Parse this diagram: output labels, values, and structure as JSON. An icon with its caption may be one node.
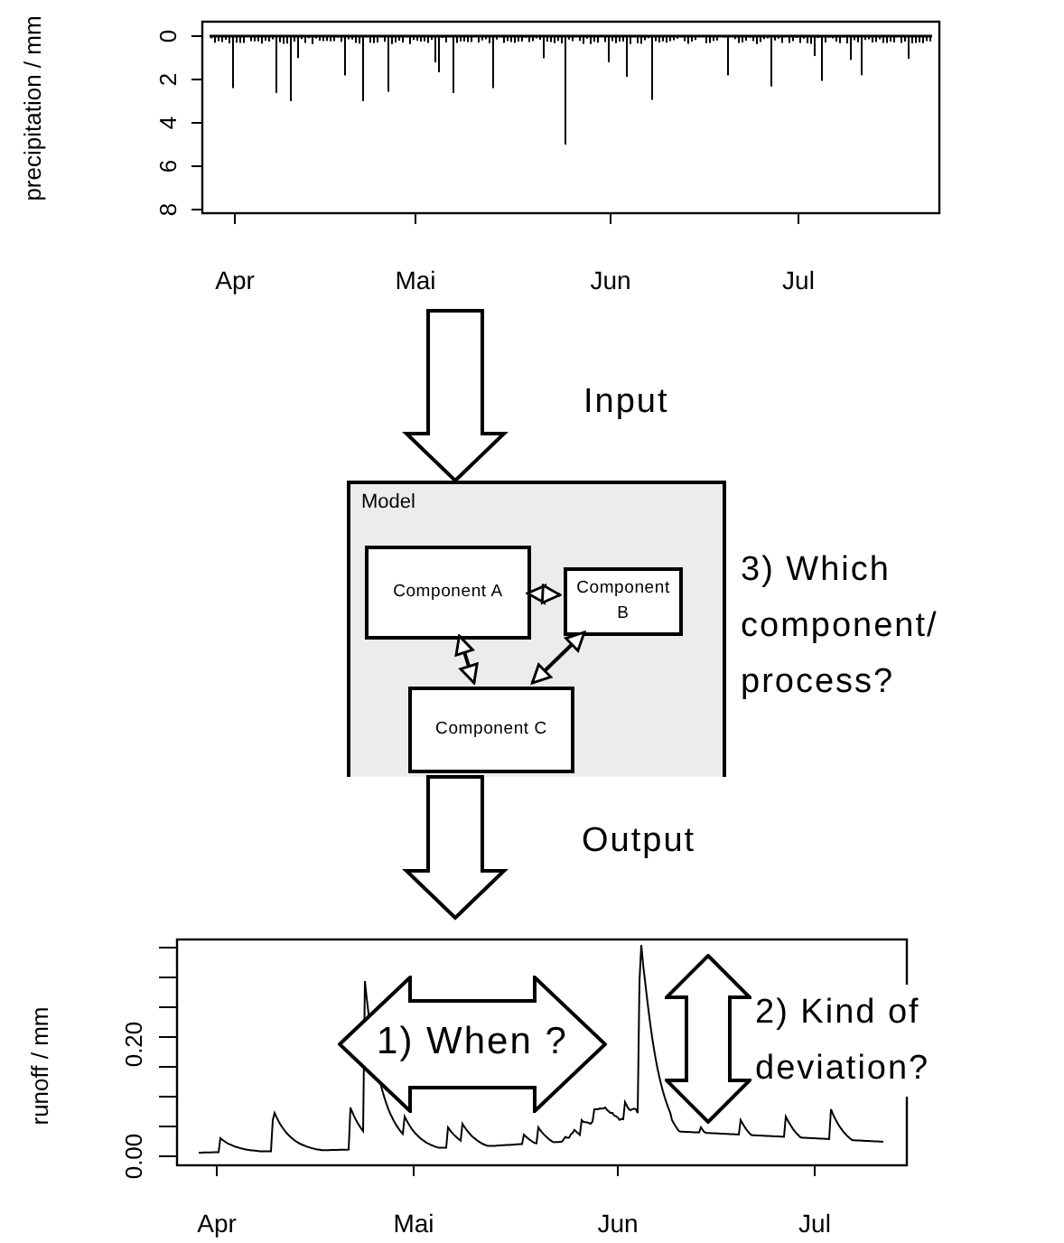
{
  "diagram": {
    "nodes": [
      {
        "text": [],
        "shape": "chart"
      },
      {
        "text": [
          "Model"
        ],
        "beside": [
          "3) Which component/ process?"
        ]
      },
      {
        "text": [
          "Component A"
        ],
        "in": 1
      },
      {
        "text": [
          "Component B"
        ],
        "in": 1
      },
      {
        "text": [
          "Component C"
        ],
        "in": 1
      },
      {
        "text": [],
        "shape": "chart"
      },
      {
        "text": [
          "1) When ?"
        ],
        "in": 5
      },
      {
        "text": [],
        "shape": "arrow",
        "beside": [
          "2) Kind of deviation?"
        ],
        "in": 5
      }
    ],
    "edges": [
      {
        "from": 0,
        "to": 1,
        "arrow": "to",
        "label": "Input",
        "style": "thick"
      },
      {
        "from": 2,
        "to": 3,
        "arrow": "both"
      },
      {
        "from": 2,
        "to": 4,
        "arrow": "both"
      },
      {
        "from": 3,
        "to": 4,
        "arrow": "both"
      },
      {
        "from": 1,
        "to": 5,
        "arrow": "to",
        "label": "Output",
        "style": "thick"
      }
    ],
    "labels": [
      "precipitation / mm",
      "0",
      "2",
      "4",
      "6",
      "8",
      "Apr",
      "Mai",
      "Jun",
      "Jul",
      "runoff / mm",
      "0.00",
      "0.20",
      "Apr",
      "Mai",
      "Jun",
      "Jul"
    ]
  }
}
